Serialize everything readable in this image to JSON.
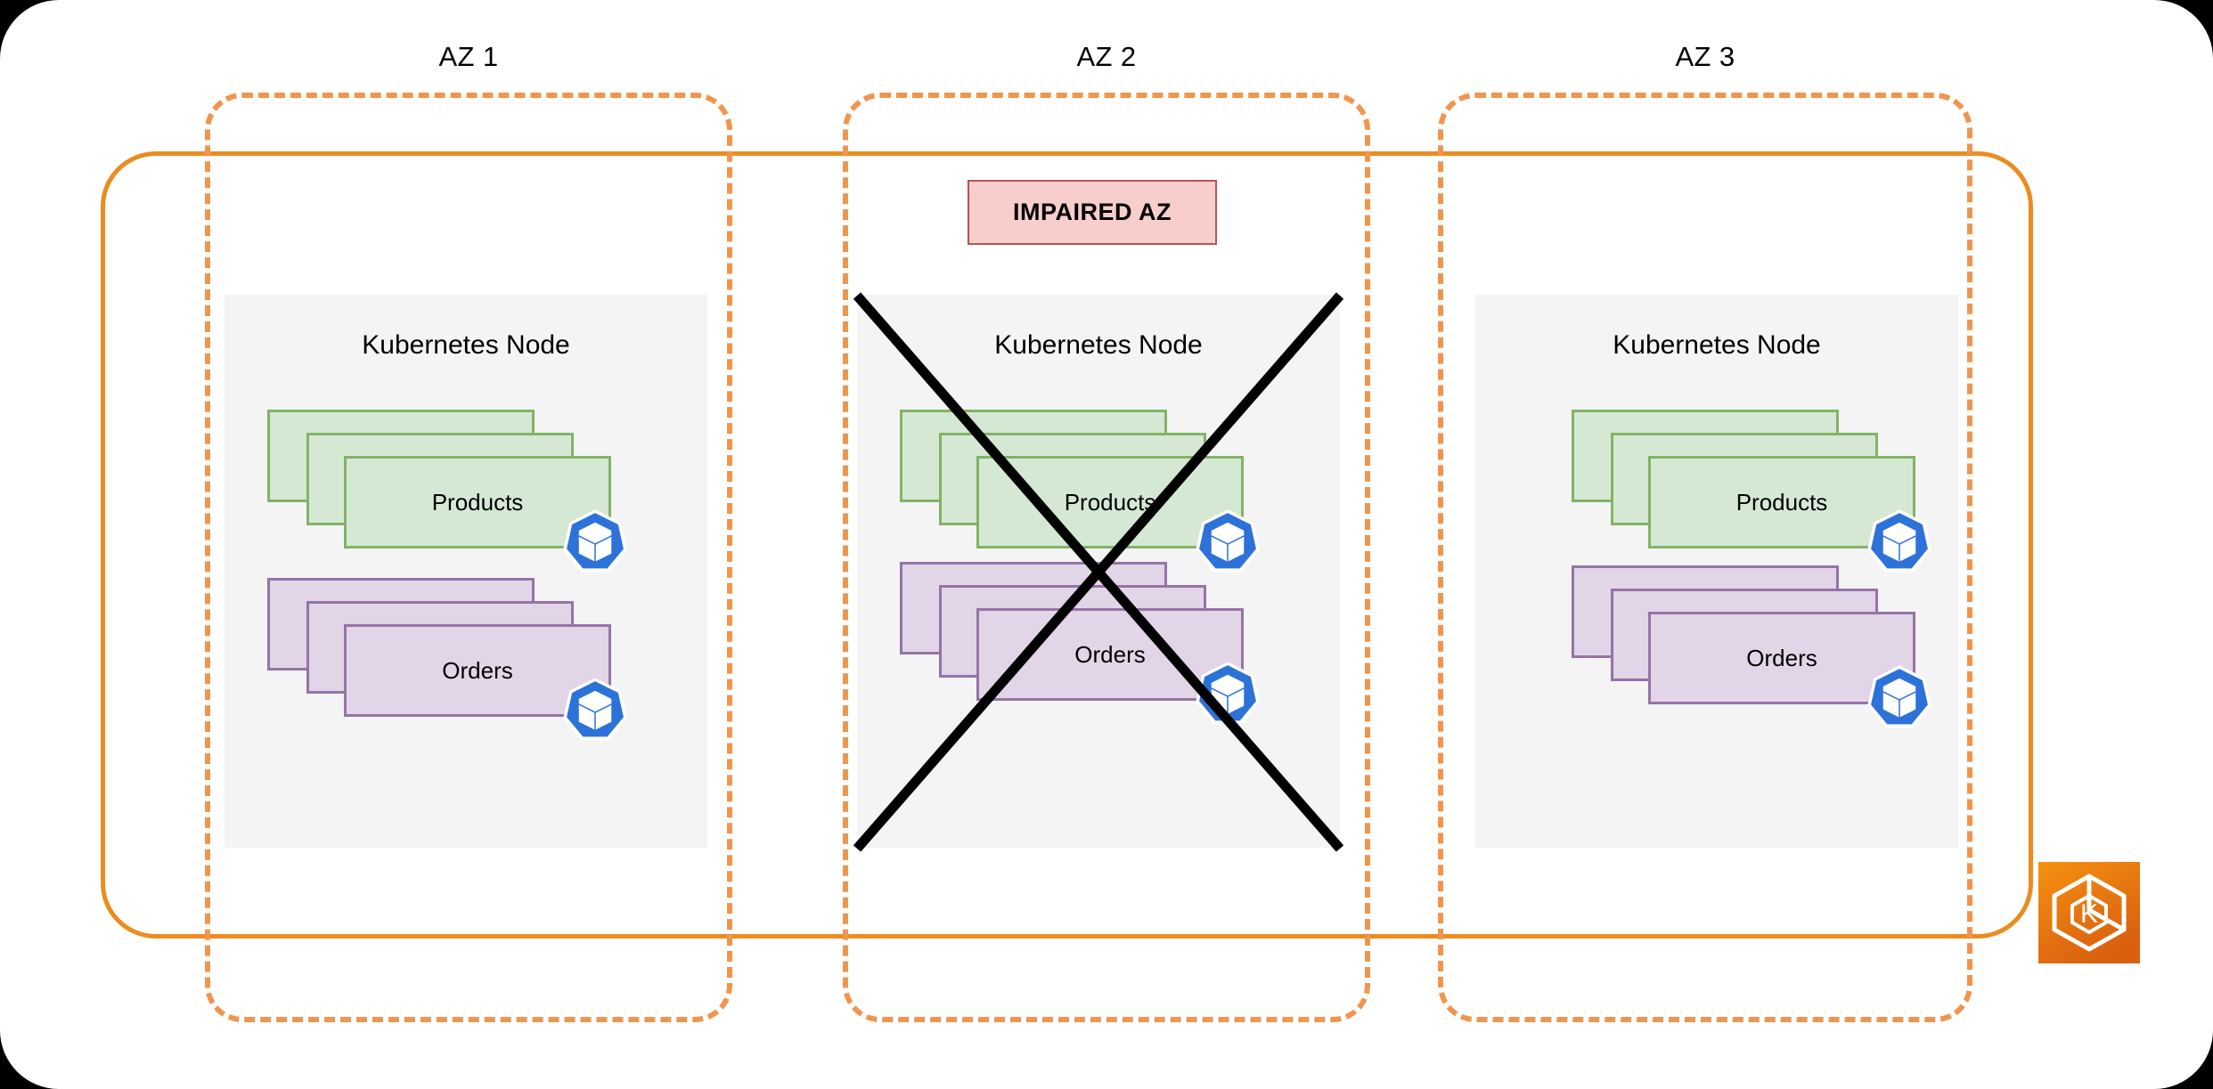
{
  "diagram": {
    "title": "EKS multi-AZ workload resilience with impaired availability zone",
    "colors": {
      "az_boundary": "#f0954e",
      "cluster_boundary": "#ea8d1f",
      "node_fill": "#f4f4f4",
      "pod_green_fill": "#d5e8d4",
      "pod_green_border": "#82b366",
      "pod_purple_fill": "#e1d5e7",
      "pod_purple_border": "#9673a6",
      "impaired_fill": "#f8cecc",
      "impaired_border": "#b85450",
      "k8s_blue": "#2d72d9",
      "eks_orange": "#ed9022"
    }
  },
  "zones": [
    {
      "label": "AZ 1",
      "impaired": false,
      "node": {
        "title": "Kubernetes Node",
        "pods": [
          {
            "label": "Products",
            "color": "green",
            "replicas": 3,
            "icon": "kubernetes-icon"
          },
          {
            "label": "Orders",
            "color": "purple",
            "replicas": 3,
            "icon": "kubernetes-icon"
          }
        ]
      }
    },
    {
      "label": "AZ 2",
      "impaired": true,
      "impaired_label": "IMPAIRED AZ",
      "node": {
        "title": "Kubernetes Node",
        "pods": [
          {
            "label": "Products",
            "color": "green",
            "replicas": 3,
            "icon": "kubernetes-icon"
          },
          {
            "label": "Orders",
            "color": "purple",
            "replicas": 3,
            "icon": "kubernetes-icon"
          }
        ]
      }
    },
    {
      "label": "AZ 3",
      "impaired": false,
      "node": {
        "title": "Kubernetes Node",
        "pods": [
          {
            "label": "Products",
            "color": "green",
            "replicas": 3,
            "icon": "kubernetes-icon"
          },
          {
            "label": "Orders",
            "color": "purple",
            "replicas": 3,
            "icon": "kubernetes-icon"
          }
        ]
      }
    }
  ],
  "service_icon": {
    "name": "aws-eks-icon",
    "letter": "K"
  }
}
